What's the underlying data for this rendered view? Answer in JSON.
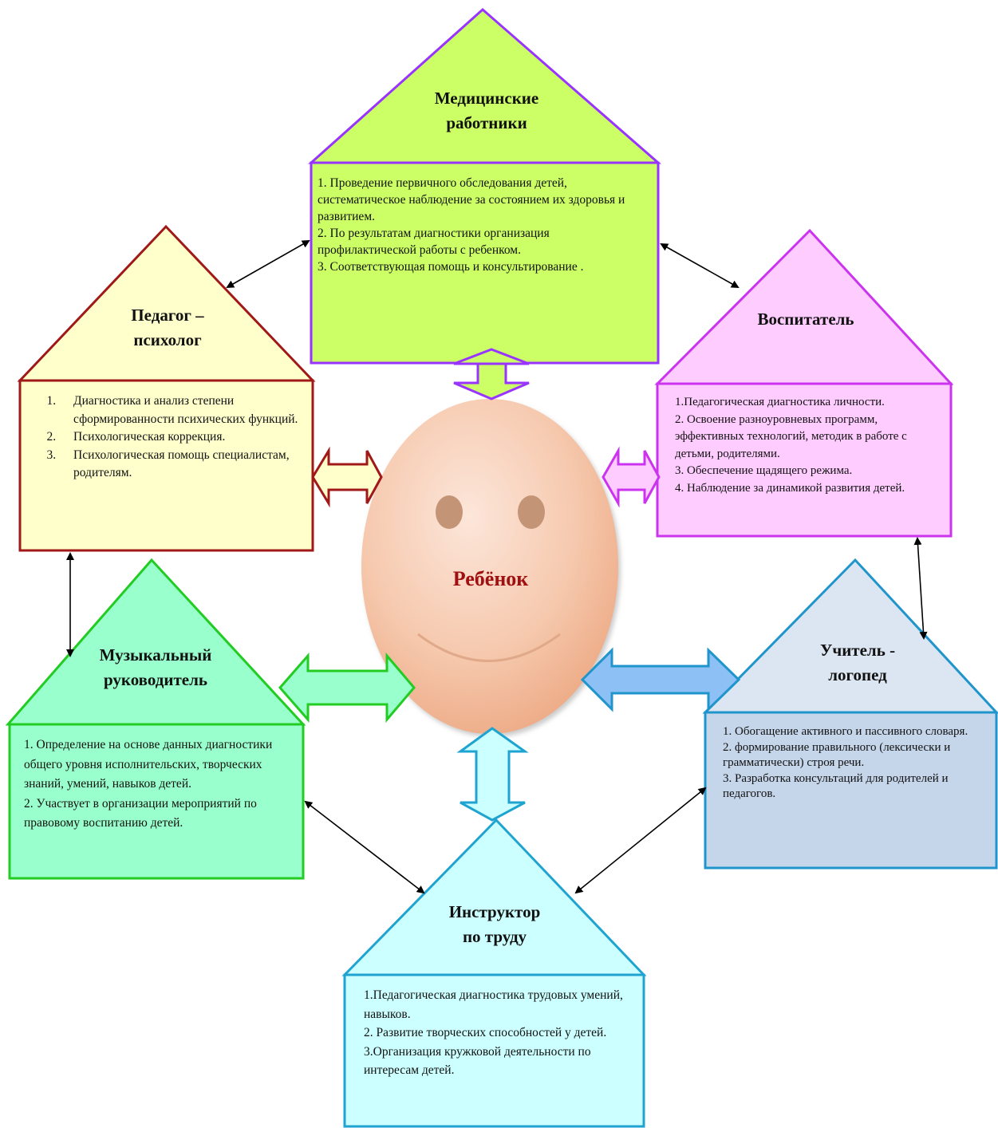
{
  "colors": {
    "medical_fill": "#CCFF66",
    "medical_stroke": "#9933FF",
    "psych_fill": "#FFFFCC",
    "psych_stroke": "#A01818",
    "teacher_fill": "#FFCCFF",
    "teacher_stroke": "#CC33EE",
    "music_fill": "#99FFCC",
    "music_stroke": "#22CC22",
    "speech_fill": "#C5D5EA",
    "speech_stroke": "#1F95CC",
    "labor_fill": "#CCFFFF",
    "labor_stroke": "#1FA3D0",
    "child_label": "#A01010"
  },
  "center": {
    "label": "Ребёнок"
  },
  "medical": {
    "title_line1": "Медицинские",
    "title_line2": "работники",
    "items": [
      "1.  Проведение первичного  обследования детей, систематическое  наблюдение за состоянием их здоровья и развитием.",
      "2.   По результатам диагностики организация профилактической работы с ребенком.",
      "3.  Соответствующая помощь и консультирование ."
    ]
  },
  "psychologist": {
    "title_line1": "Педагог –",
    "title_line2": "психолог",
    "items": [
      "Диагностика и анализ степени сформированности психических функций.",
      "Психологическая коррекция.",
      "Психологическая помощь специалистам, родителям."
    ]
  },
  "teacher": {
    "title": "Воспитатель",
    "items": [
      "1.Педагогическая диагностика личности.",
      "2. Освоение разноуровневых программ, эффективных технологий, методик в работе с детьми, родителями.",
      "3. Обеспечение щадящего режима.",
      "4. Наблюдение за динамикой развития детей."
    ]
  },
  "music": {
    "title_line1": "Музыкальный",
    "title_line2": "руководитель",
    "items": [
      "1. Определение на основе данных диагностики общего уровня исполнительских, творческих знаний, умений, навыков детей.",
      "2. Участвует в организации мероприятий по правовому воспитанию детей."
    ]
  },
  "speech": {
    "title_line1": "Учитель -",
    "title_line2": "логопед",
    "items": [
      "1.  Обогащение активного и пассивного словаря.",
      "2.  формирование правильного (лексически и грамматически) строя речи.",
      "3.   Разработка консультаций для родителей и педагогов."
    ]
  },
  "labor": {
    "title_line1": "Инструктор",
    "title_line2": "по труду",
    "items": [
      "1.Педагогическая диагностика трудовых умений, навыков.",
      "2. Развитие творческих способностей у детей.",
      "3.Организация кружковой деятельности по интересам детей."
    ]
  }
}
